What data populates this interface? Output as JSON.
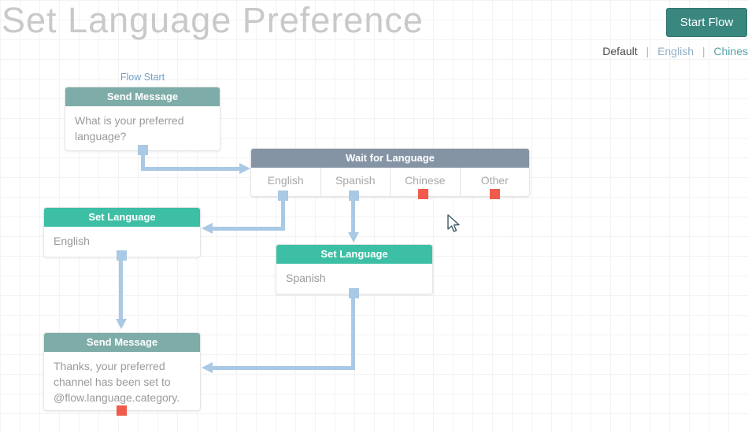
{
  "page": {
    "title": "Set Language Preference",
    "start_flow_button": "Start Flow"
  },
  "language_tabs": {
    "separator": "|",
    "items": [
      {
        "label": "Default",
        "active": true
      },
      {
        "label": "English",
        "active": false
      },
      {
        "label": "Chines",
        "active": false
      }
    ]
  },
  "flow": {
    "start_label": "Flow Start",
    "nodes": {
      "send_message_1": {
        "title": "Send Message",
        "body": "What is your preferred language?"
      },
      "wait_for_language": {
        "title": "Wait for Language",
        "categories": [
          "English",
          "Spanish",
          "Chinese",
          "Other"
        ]
      },
      "set_language_english": {
        "title": "Set Language",
        "body": "English"
      },
      "set_language_spanish": {
        "title": "Set Language",
        "body": "Spanish"
      },
      "send_message_2": {
        "title": "Send Message",
        "body": "Thanks, your preferred channel has been set to @flow.language.category."
      }
    },
    "colors": {
      "send_message_header": "#7EACA8",
      "wait_header": "#8494A4",
      "set_language_header": "#3CBFA5",
      "connector": "#A9C9E5",
      "exit_unconnected": "#F05B4B",
      "start_flow_button": "#39877F"
    }
  }
}
